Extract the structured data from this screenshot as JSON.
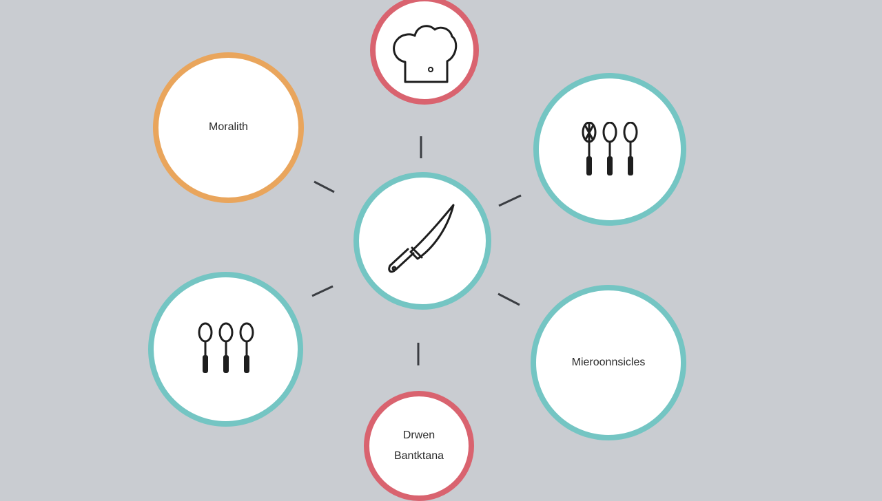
{
  "diagram": {
    "center": {
      "icon": "chef-knife-icon"
    },
    "nodes": {
      "top": {
        "icon": "chef-hat-icon",
        "color": "#d9636f"
      },
      "upper_left": {
        "label": "Moralith",
        "color": "#e9a55c"
      },
      "upper_right": {
        "icon": "whisk-and-spoons-icon",
        "color": "#74c5c3"
      },
      "lower_left": {
        "icon": "spoons-icon",
        "color": "#74c5c3"
      },
      "lower_right": {
        "label": "Mieroonnsicles",
        "color": "#74c5c3"
      },
      "bottom": {
        "label_line1": "Drwen",
        "label_line2": "Bantktana",
        "color": "#d9636f"
      }
    }
  },
  "colors": {
    "background": "#c9ccd1",
    "connector": "#3a3d42",
    "ring_red": "#d9636f",
    "ring_orange": "#e9a55c",
    "ring_teal": "#74c5c3"
  }
}
